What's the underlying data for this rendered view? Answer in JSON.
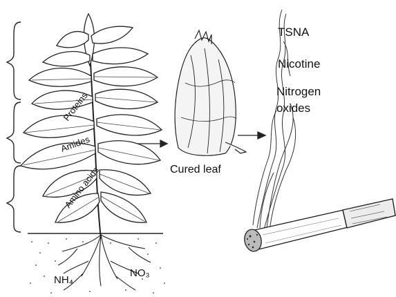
{
  "plant_labels": {
    "proteins": "Proteins",
    "amides": "Amides",
    "aminoacids": "Amino acids"
  },
  "soil_labels": {
    "ammonium": "NH₄",
    "nitrate": "NO₃"
  },
  "cured_leaf_label": "Cured leaf",
  "smoke_labels": {
    "tsna": "TSNA",
    "nicotine": "Nicotine",
    "nitrogen_line1": "Nitrogen",
    "nitrogen_line2": "oxides"
  }
}
